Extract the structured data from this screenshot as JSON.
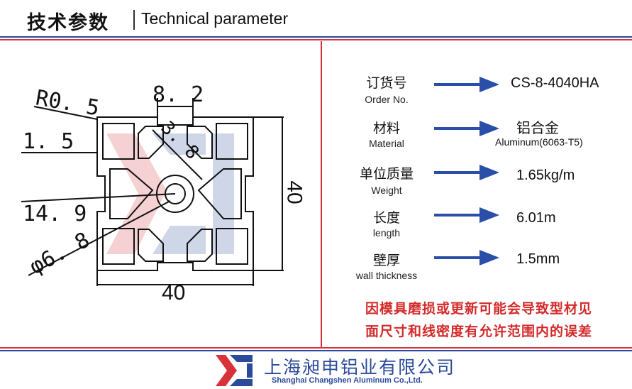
{
  "header": {
    "title_cn": "技术参数",
    "title_en": "Technical parameter"
  },
  "drawing": {
    "dim_r": "R0. 5",
    "dim_top": "8. 2",
    "dim_wall": "1. 5",
    "dim_slot": "3. 8",
    "dim_center": "14. 9",
    "dim_hole": "φ6. 8",
    "dim_height": "40",
    "dim_width": "40"
  },
  "params": [
    {
      "label_cn": "订货号",
      "label_en": "Order No.",
      "value": "CS-8-4040HA"
    },
    {
      "label_cn": "材料",
      "label_en": "Material",
      "value": "铝合金",
      "value_sub": "Aluminum(6063-T5)"
    },
    {
      "label_cn": "单位质量",
      "label_en": "Weight",
      "value": "1.65kg/m"
    },
    {
      "label_cn": "长度",
      "label_en": "length",
      "value": "6.01m"
    },
    {
      "label_cn": "壁厚",
      "label_en": "wall thickness",
      "value": "1.5mm"
    }
  ],
  "warning": {
    "line1": "因模具磨损或更新可能会导致型材见",
    "line2": "面尺寸和线密度有允许范围内的误差"
  },
  "footer": {
    "company_cn": "上海昶申铝业有限公司",
    "company_en": "Shanghai  Changshen  Aluminum  Co.,Ltd."
  },
  "colors": {
    "brand_blue": "#2a4a9a",
    "accent_red": "#d8333a",
    "arrow_blue": "#2b4fa8"
  }
}
